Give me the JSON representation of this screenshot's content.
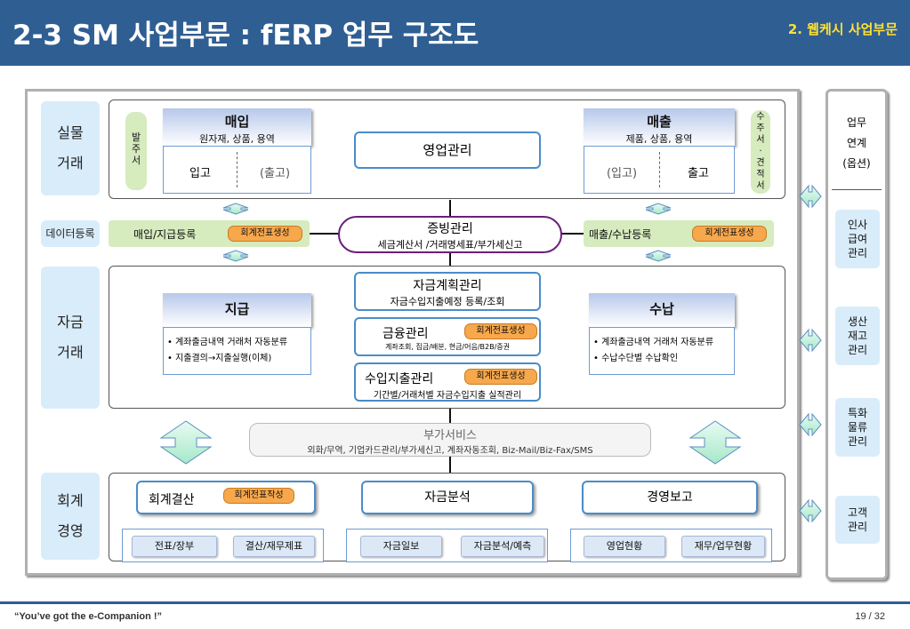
{
  "header": {
    "title": "2-3 SM 사업부문 : fERP 업무 구조도",
    "subtitle": "2. 웹케시 사업부문"
  },
  "categories": {
    "real": [
      "실물",
      "거래"
    ],
    "data_reg": "데이터등록",
    "fund": [
      "자금",
      "거래"
    ],
    "acct": [
      "회계",
      "경영"
    ]
  },
  "real": {
    "purchase": {
      "title": "매입",
      "sub": "원자재, 상품, 용역",
      "in": "입고",
      "out": "(출고)"
    },
    "sales": {
      "title": "매출",
      "sub": "제품, 상품, 용역",
      "in": "(입고)",
      "out": "출고"
    },
    "order_doc": [
      "발",
      "주",
      "서"
    ],
    "quote_doc": [
      "수",
      "주",
      "서",
      "·",
      "견",
      "적",
      "서"
    ],
    "biz": "영업관리"
  },
  "data_reg": {
    "purchase_reg": "매입/지급등록",
    "sales_reg": "매출/수납등록",
    "evidence_title": "증빙관리",
    "evidence_sub": "세금계산서 /거래명세표/부가세신고",
    "acct_gen": "회계전표생성"
  },
  "fund": {
    "plan_title": "자금계획관리",
    "plan_sub": "자금수입지출예정 등록/조회",
    "fin_title": "금융관리",
    "fin_sub": "계좌조회, 집금/배분, 현금/어음/B2B/증권",
    "io_title": "수입지출관리",
    "io_sub": "기간별/거래처별 자금수입지출 실적관리",
    "pay_title": "지급",
    "pay_items": [
      "계좌출금내역 거래처 자동분류",
      "지출결의→지출실행(이체)"
    ],
    "recv_title": "수납",
    "recv_items": [
      "계좌출금내역 거래처 자동분류",
      "수납수단별 수납확인"
    ]
  },
  "extra": {
    "title": "부가서비스",
    "sub": "외화/무역, 기업카드관리/부가세신고, 계좌자동조회, Biz-Mail/Biz-Fax/SMS"
  },
  "acct": {
    "close_title": "회계결산",
    "close_tag": "회계전표작성",
    "fund_title": "자금분석",
    "mgmt_title": "경영보고",
    "btns": [
      "전표/장부",
      "결산/재무제표",
      "자금일보",
      "자금분석/예측",
      "영업현황",
      "재무/업무현황"
    ]
  },
  "side": {
    "head": [
      "업무",
      "연계",
      "(옵션)"
    ],
    "items": [
      "인사\n급여\n관리",
      "생산\n재고\n관리",
      "특화\n물류\n관리",
      "고객\n관리"
    ]
  },
  "footer": {
    "left": "“You’ve got the e-Companion !”",
    "right": "19 / 32"
  }
}
